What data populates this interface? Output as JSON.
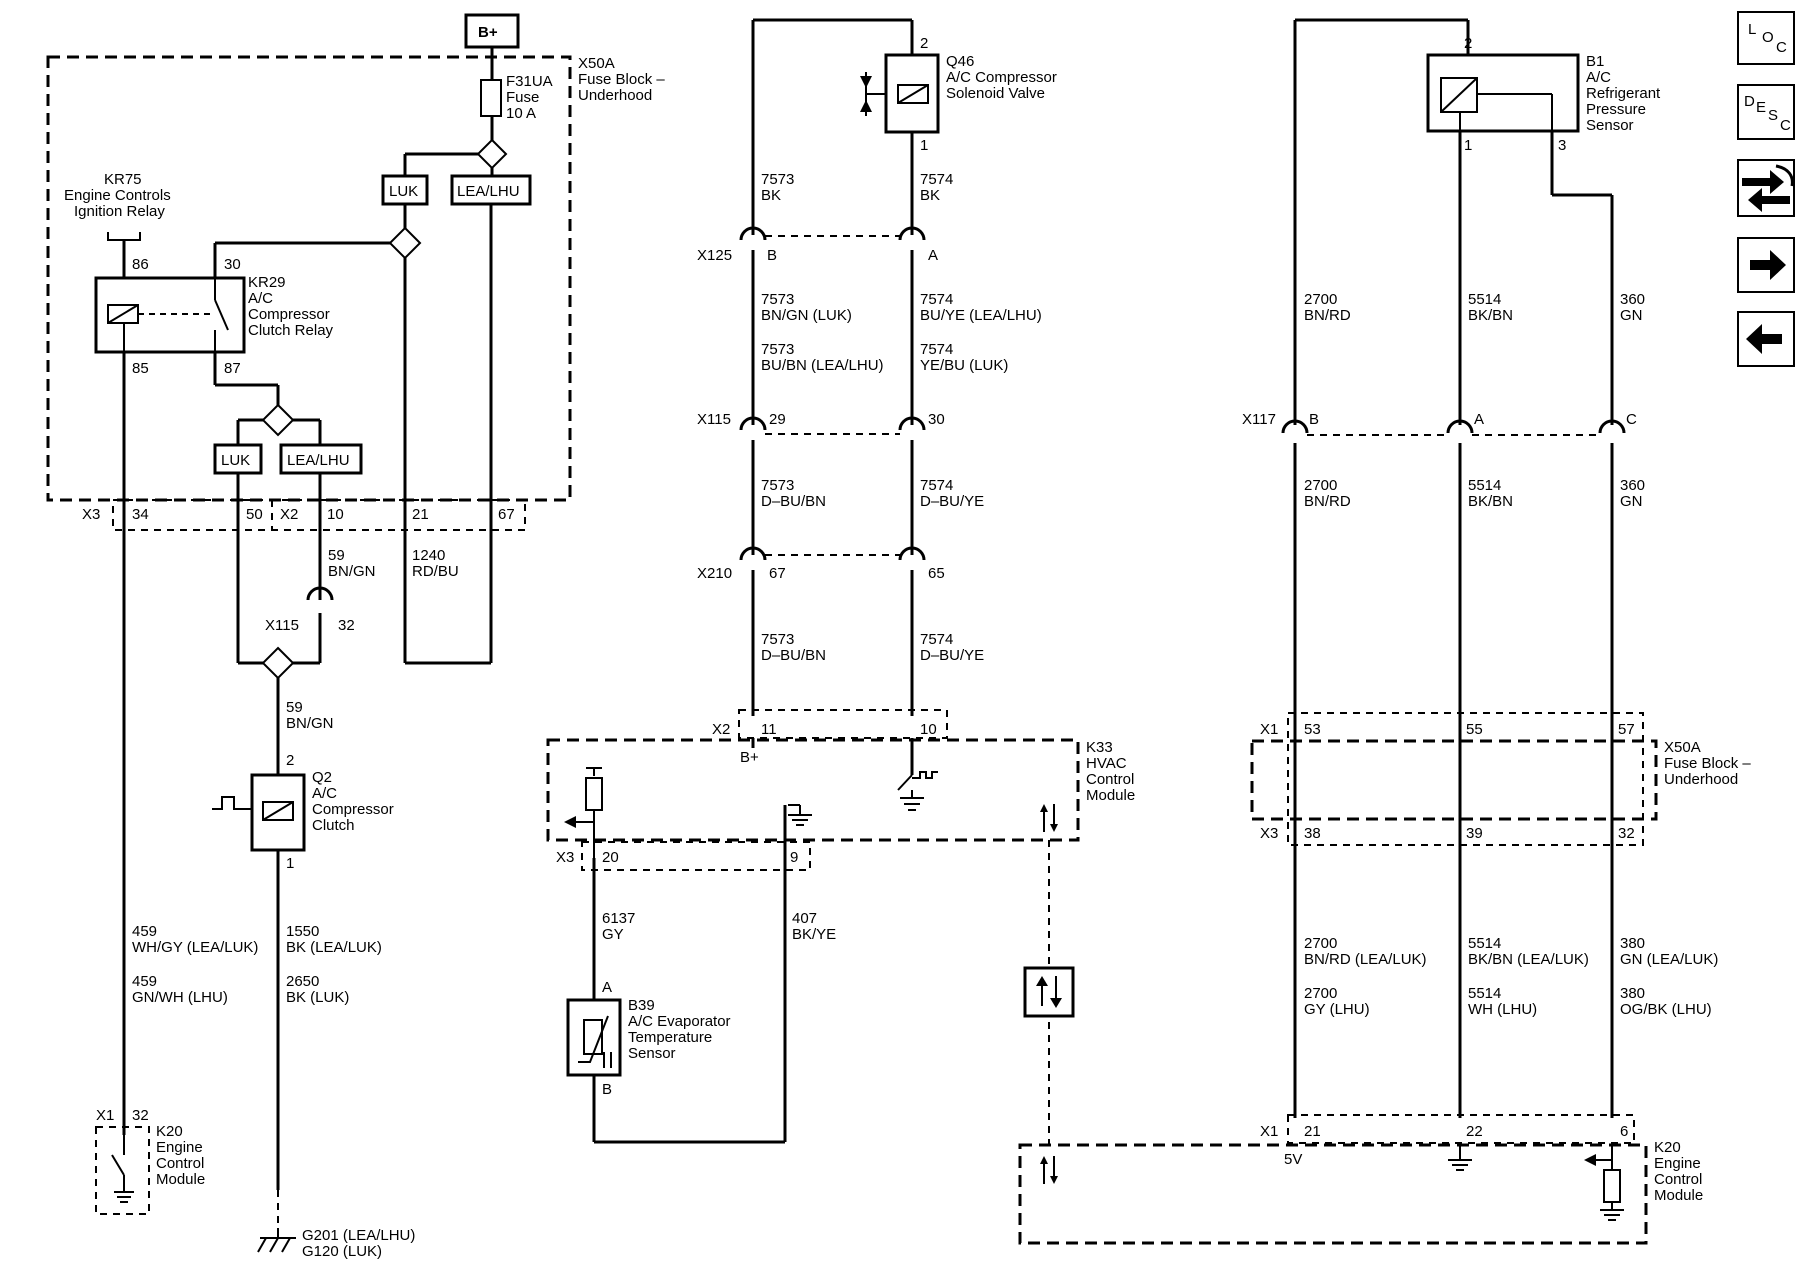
{
  "labels": [
    {
      "id": "bplus_box",
      "t": "B+"
    },
    {
      "id": "x50a_top",
      "t": "X50A"
    },
    {
      "id": "x50a_top2",
      "t": "Fuse Block –"
    },
    {
      "id": "x50a_top3",
      "t": "Underhood"
    },
    {
      "id": "f31_1",
      "t": "F31UA"
    },
    {
      "id": "f31_2",
      "t": "Fuse"
    },
    {
      "id": "f31_3",
      "t": "10 A"
    },
    {
      "id": "luk1",
      "t": "LUK"
    },
    {
      "id": "lea1",
      "t": "LEA/LHU"
    },
    {
      "id": "kr75_1",
      "t": "KR75"
    },
    {
      "id": "kr75_2",
      "t": "Engine Controls"
    },
    {
      "id": "kr75_3",
      "t": "Ignition Relay"
    },
    {
      "id": "p86",
      "t": "86"
    },
    {
      "id": "p30",
      "t": "30"
    },
    {
      "id": "p85",
      "t": "85"
    },
    {
      "id": "p87",
      "t": "87"
    },
    {
      "id": "kr29_1",
      "t": "KR29"
    },
    {
      "id": "kr29_2",
      "t": "A/C"
    },
    {
      "id": "kr29_3",
      "t": "Compressor"
    },
    {
      "id": "kr29_4",
      "t": "Clutch Relay"
    },
    {
      "id": "luk2",
      "t": "LUK"
    },
    {
      "id": "lea2",
      "t": "LEA/LHU"
    },
    {
      "id": "x3a",
      "t": "X3"
    },
    {
      "id": "x3a_34",
      "t": "34"
    },
    {
      "id": "x3a_50",
      "t": "50"
    },
    {
      "id": "x2a",
      "t": "X2"
    },
    {
      "id": "x2a_10",
      "t": "10"
    },
    {
      "id": "x2a_21",
      "t": "21"
    },
    {
      "id": "x2a_67",
      "t": "67"
    },
    {
      "id": "w59a",
      "t": "59"
    },
    {
      "id": "w59a_c",
      "t": "BN/GN"
    },
    {
      "id": "w1240",
      "t": "1240"
    },
    {
      "id": "w1240_c",
      "t": "RD/BU"
    },
    {
      "id": "x115a",
      "t": "X115"
    },
    {
      "id": "x115a_32",
      "t": "32"
    },
    {
      "id": "w59b",
      "t": "59"
    },
    {
      "id": "w59b_c",
      "t": "BN/GN"
    },
    {
      "id": "q2_p2",
      "t": "2"
    },
    {
      "id": "q2_1",
      "t": "Q2"
    },
    {
      "id": "q2_2",
      "t": "A/C"
    },
    {
      "id": "q2_3",
      "t": "Compressor"
    },
    {
      "id": "q2_4",
      "t": "Clutch"
    },
    {
      "id": "q2_p1",
      "t": "1"
    },
    {
      "id": "w459a",
      "t": "459"
    },
    {
      "id": "w459a_c",
      "t": "WH/GY (LEA/LUK)"
    },
    {
      "id": "w459b",
      "t": "459"
    },
    {
      "id": "w459b_c",
      "t": "GN/WH (LHU)"
    },
    {
      "id": "w1550",
      "t": "1550"
    },
    {
      "id": "w1550_c",
      "t": "BK (LEA/LUK)"
    },
    {
      "id": "w2650",
      "t": "2650"
    },
    {
      "id": "w2650_c",
      "t": "BK (LUK)"
    },
    {
      "id": "x1a",
      "t": "X1"
    },
    {
      "id": "x1a_32",
      "t": "32"
    },
    {
      "id": "k20a_1",
      "t": "K20"
    },
    {
      "id": "k20a_2",
      "t": "Engine"
    },
    {
      "id": "k20a_3",
      "t": "Control"
    },
    {
      "id": "k20a_4",
      "t": "Module"
    },
    {
      "id": "g201",
      "t": "G201 (LEA/LHU)"
    },
    {
      "id": "g120",
      "t": "G120 (LUK)"
    },
    {
      "id": "q46_p2",
      "t": "2"
    },
    {
      "id": "q46_1",
      "t": "Q46"
    },
    {
      "id": "q46_2",
      "t": "A/C Compressor"
    },
    {
      "id": "q46_3",
      "t": "Solenoid Valve"
    },
    {
      "id": "q46_p1",
      "t": "1"
    },
    {
      "id": "w7573a",
      "t": "7573"
    },
    {
      "id": "w7573a_c",
      "t": "BK"
    },
    {
      "id": "w7574a",
      "t": "7574"
    },
    {
      "id": "w7574a_c",
      "t": "BK"
    },
    {
      "id": "x125",
      "t": "X125"
    },
    {
      "id": "x125_b",
      "t": "B"
    },
    {
      "id": "x125_a",
      "t": "A"
    },
    {
      "id": "w7573b",
      "t": "7573"
    },
    {
      "id": "w7573b_c",
      "t": "BN/GN (LUK)"
    },
    {
      "id": "w7573c",
      "t": "7573"
    },
    {
      "id": "w7573c_c",
      "t": "BU/BN (LEA/LHU)"
    },
    {
      "id": "w7574b",
      "t": "7574"
    },
    {
      "id": "w7574b_c",
      "t": "BU/YE (LEA/LHU)"
    },
    {
      "id": "w7574c",
      "t": "7574"
    },
    {
      "id": "w7574c_c",
      "t": "YE/BU (LUK)"
    },
    {
      "id": "x115b",
      "t": "X115"
    },
    {
      "id": "x115b_29",
      "t": "29"
    },
    {
      "id": "x115b_30",
      "t": "30"
    },
    {
      "id": "w7573d",
      "t": "7573"
    },
    {
      "id": "w7573d_c",
      "t": "D–BU/BN"
    },
    {
      "id": "w7574d",
      "t": "7574"
    },
    {
      "id": "w7574d_c",
      "t": "D–BU/YE"
    },
    {
      "id": "x210",
      "t": "X210"
    },
    {
      "id": "x210_67",
      "t": "67"
    },
    {
      "id": "x210_65",
      "t": "65"
    },
    {
      "id": "w7573e",
      "t": "7573"
    },
    {
      "id": "w7573e_c",
      "t": "D–BU/BN"
    },
    {
      "id": "w7574e",
      "t": "7574"
    },
    {
      "id": "w7574e_c",
      "t": "D–BU/YE"
    },
    {
      "id": "x2b",
      "t": "X2"
    },
    {
      "id": "x2b_11",
      "t": "11"
    },
    {
      "id": "x2b_10",
      "t": "10"
    },
    {
      "id": "bplus_k33",
      "t": "B+"
    },
    {
      "id": "k33_1",
      "t": "K33"
    },
    {
      "id": "k33_2",
      "t": "HVAC"
    },
    {
      "id": "k33_3",
      "t": "Control"
    },
    {
      "id": "k33_4",
      "t": "Module"
    },
    {
      "id": "x3b",
      "t": "X3"
    },
    {
      "id": "x3b_20",
      "t": "20"
    },
    {
      "id": "x3b_9",
      "t": "9"
    },
    {
      "id": "w6137",
      "t": "6137"
    },
    {
      "id": "w6137_c",
      "t": "GY"
    },
    {
      "id": "w407",
      "t": "407"
    },
    {
      "id": "w407_c",
      "t": "BK/YE"
    },
    {
      "id": "b39_a",
      "t": "A"
    },
    {
      "id": "b39_1",
      "t": "B39"
    },
    {
      "id": "b39_2",
      "t": "A/C Evaporator"
    },
    {
      "id": "b39_3",
      "t": "Temperature"
    },
    {
      "id": "b39_4",
      "t": "Sensor"
    },
    {
      "id": "b39_b",
      "t": "B"
    },
    {
      "id": "b1_p2",
      "t": "2"
    },
    {
      "id": "b1_1",
      "t": "B1"
    },
    {
      "id": "b1_2",
      "t": "A/C"
    },
    {
      "id": "b1_3",
      "t": "Refrigerant"
    },
    {
      "id": "b1_4",
      "t": "Pressure"
    },
    {
      "id": "b1_5",
      "t": "Sensor"
    },
    {
      "id": "b1_p1",
      "t": "1"
    },
    {
      "id": "b1_p3",
      "t": "3"
    },
    {
      "id": "w2700a",
      "t": "2700"
    },
    {
      "id": "w2700a_c",
      "t": "BN/RD"
    },
    {
      "id": "w5514a",
      "t": "5514"
    },
    {
      "id": "w5514a_c",
      "t": "BK/BN"
    },
    {
      "id": "w360a",
      "t": "360"
    },
    {
      "id": "w360a_c",
      "t": "GN"
    },
    {
      "id": "x117",
      "t": "X117"
    },
    {
      "id": "x117_b",
      "t": "B"
    },
    {
      "id": "x117_a",
      "t": "A"
    },
    {
      "id": "x117_c",
      "t": "C"
    },
    {
      "id": "w2700b",
      "t": "2700"
    },
    {
      "id": "w2700b_c",
      "t": "BN/RD"
    },
    {
      "id": "w5514b",
      "t": "5514"
    },
    {
      "id": "w5514b_c",
      "t": "BK/BN"
    },
    {
      "id": "w360b",
      "t": "360"
    },
    {
      "id": "w360b_c",
      "t": "GN"
    },
    {
      "id": "x1b",
      "t": "X1"
    },
    {
      "id": "x1b_53",
      "t": "53"
    },
    {
      "id": "x1b_55",
      "t": "55"
    },
    {
      "id": "x1b_57",
      "t": "57"
    },
    {
      "id": "x50a_r1",
      "t": "X50A"
    },
    {
      "id": "x50a_r2",
      "t": "Fuse Block –"
    },
    {
      "id": "x50a_r3",
      "t": "Underhood"
    },
    {
      "id": "x3c",
      "t": "X3"
    },
    {
      "id": "x3c_38",
      "t": "38"
    },
    {
      "id": "x3c_39",
      "t": "39"
    },
    {
      "id": "x3c_32",
      "t": "32"
    },
    {
      "id": "w2700c",
      "t": "2700"
    },
    {
      "id": "w2700c_c",
      "t": "BN/RD (LEA/LUK)"
    },
    {
      "id": "w2700d",
      "t": "2700"
    },
    {
      "id": "w2700d_c",
      "t": "GY (LHU)"
    },
    {
      "id": "w5514c",
      "t": "5514"
    },
    {
      "id": "w5514c_c",
      "t": "BK/BN (LEA/LUK)"
    },
    {
      "id": "w5514d",
      "t": "5514"
    },
    {
      "id": "w5514d_c",
      "t": "WH (LHU)"
    },
    {
      "id": "w380a",
      "t": "380"
    },
    {
      "id": "w380a_c",
      "t": "GN (LEA/LUK)"
    },
    {
      "id": "w380b",
      "t": "380"
    },
    {
      "id": "w380b_c",
      "t": "OG/BK (LHU)"
    },
    {
      "id": "x1c",
      "t": "X1"
    },
    {
      "id": "x1c_21",
      "t": "21"
    },
    {
      "id": "x1c_22",
      "t": "22"
    },
    {
      "id": "x1c_6",
      "t": "6"
    },
    {
      "id": "v5",
      "t": "5V"
    },
    {
      "id": "k20b_1",
      "t": "K20"
    },
    {
      "id": "k20b_2",
      "t": "Engine"
    },
    {
      "id": "k20b_3",
      "t": "Control"
    },
    {
      "id": "k20b_4",
      "t": "Module"
    }
  ],
  "nav": {
    "loc": {
      "l1": "L",
      "l2": "O",
      "l3": "C"
    },
    "desc": {
      "l1": "D",
      "l2": "E",
      "l3": "S",
      "l4": "C"
    },
    "icons": [
      "connector-end-view-icon",
      "next-arrow-icon",
      "previous-arrow-icon"
    ]
  }
}
